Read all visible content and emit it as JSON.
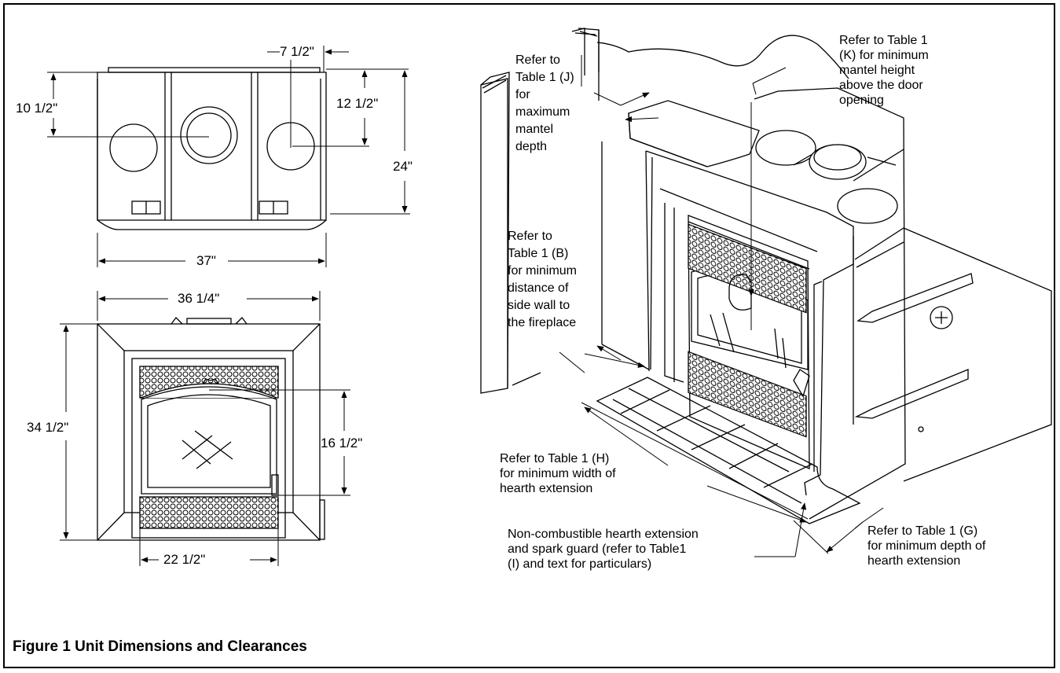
{
  "figure": {
    "caption": "Figure 1 Unit Dimensions and Clearances"
  },
  "top_view": {
    "dim_top_offset": "7 1/2\"",
    "dim_left_depth": "10 1/2\"",
    "dim_right_depth": "12 1/2\"",
    "dim_height": "24\"",
    "dim_width": "37\""
  },
  "front_view": {
    "dim_width": "36 1/4\"",
    "dim_height": "34 1/2\"",
    "dim_door_height": "16 1/2\"",
    "dim_opening_width": "22 1/2\""
  },
  "callouts": {
    "mantel_depth": "Refer to\nTable 1 (J)\nfor\nmaximum\nmantel\ndepth",
    "mantel_height": "Refer to Table 1\n(K) for minimum\nmantel height\nabove the door\nopening",
    "side_wall": "Refer to\nTable 1 (B)\nfor minimum\ndistance of\nside wall to\nthe fireplace",
    "hearth_width": "Refer to Table 1 (H)\nfor minimum width of\nhearth extension",
    "hearth_extension": "Non-combustible hearth extension\nand spark guard (refer to Table1\n(I) and text for particulars)",
    "hearth_depth": "Refer to Table 1 (G)\nfor minimum depth of\nhearth extension"
  }
}
